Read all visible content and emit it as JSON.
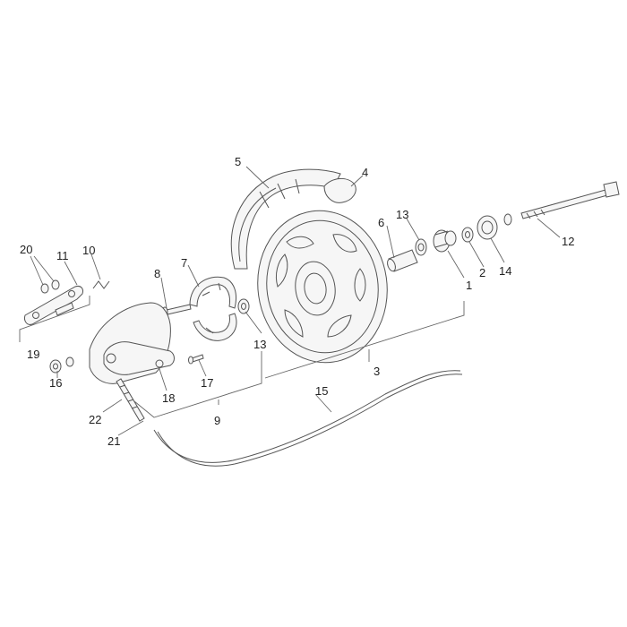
{
  "labels": {
    "l1": "1",
    "l2": "2",
    "l3": "3",
    "l4": "4",
    "l5": "5",
    "l6": "6",
    "l7": "7",
    "l8": "8",
    "l9": "9",
    "l10": "10",
    "l11": "11",
    "l12": "12",
    "l13a": "13",
    "l13b": "13",
    "l14": "14",
    "l15": "15",
    "l16": "16",
    "l17": "17",
    "l18": "18",
    "l19": "19",
    "l20": "20",
    "l21": "21",
    "l22": "22"
  },
  "colors": {
    "line": "#555555",
    "fill": "#f6f6f6",
    "text": "#222222"
  }
}
